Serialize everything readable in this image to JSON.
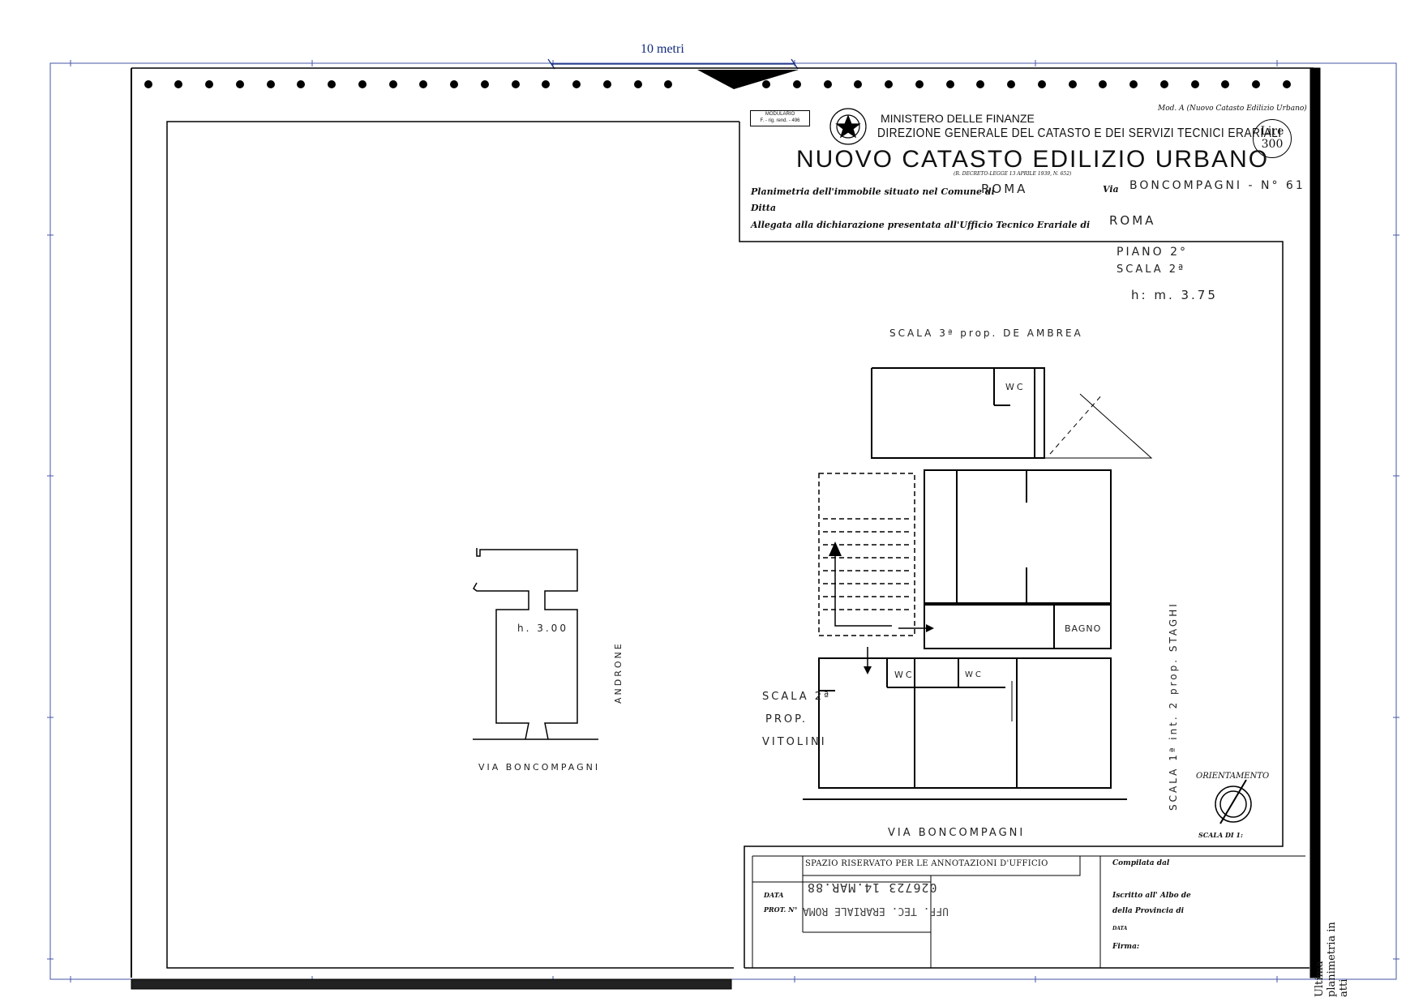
{
  "scale_bar": {
    "label": "10 metri"
  },
  "header": {
    "mod_label": "Mod. A (Nuovo Catasto Edilizio Urbano)",
    "modulario_line1": "MODULARIO",
    "modulario_line2": "F. - rig. rend. - 496",
    "ministero": "MINISTERO DELLE FINANZE",
    "direzione": "DIREZIONE GENERALE DEL CATASTO E DEI SERVIZI TECNICI ERARIALI",
    "lire_label": "Lire",
    "lire_value": "300",
    "title": "NUOVO CATASTO EDILIZIO URBANO",
    "decreto": "(R. DECRETO-LEGGE 13 APRILE 1939, N. 652)"
  },
  "form": {
    "planimetria_label": "Planimetria dell'immobile situato nel Comune di",
    "comune_value": "ROMA",
    "via_label": "Via",
    "via_value": "BONCOMPAGNI - N° 61",
    "ditta_label": "Ditta",
    "allegata_label": "Allegata alla dichiarazione presentata all'Ufficio Tecnico Erariale di",
    "ufficio_value": "ROMA"
  },
  "plan": {
    "piano": "PIANO 2°",
    "scala": "SCALA 2ª",
    "altezza": "h: m. 3.75",
    "scala3": "SCALA 3ª prop. DE AMBREA",
    "wc": "WC",
    "bagno": "BAGNO",
    "scala2_line1": "SCALA 2ª",
    "scala2_line2": "PROP.",
    "scala2_line3": "VITOLINI",
    "scala1": "SCALA 1ª int. 2 prop. STAGHI",
    "androne": "ANDRONE",
    "h_androne": "h. 3.00",
    "via_small": "VIA BONCOMPAGNI",
    "via_main": "VIA BONCOMPAGNI",
    "orientamento": "ORIENTAMENTO",
    "scala_di": "SCALA DI 1:"
  },
  "office": {
    "spazio": "SPAZIO RISERVATO PER LE ANNOTAZIONI D'UFFICIO",
    "data_label": "DATA",
    "prot_label": "PROT. N°",
    "stamp_number": "026723 14.MAR.88",
    "stamp_office": "UFF. TEC. ERARIALE ROMA",
    "compilata": "Compilata dal",
    "iscritto": "Iscritto all' Albo de",
    "provincia": "della Provincia di",
    "data_small": "DATA",
    "firma": "Firma:"
  },
  "side_label": "Ultima planimetria in atti"
}
